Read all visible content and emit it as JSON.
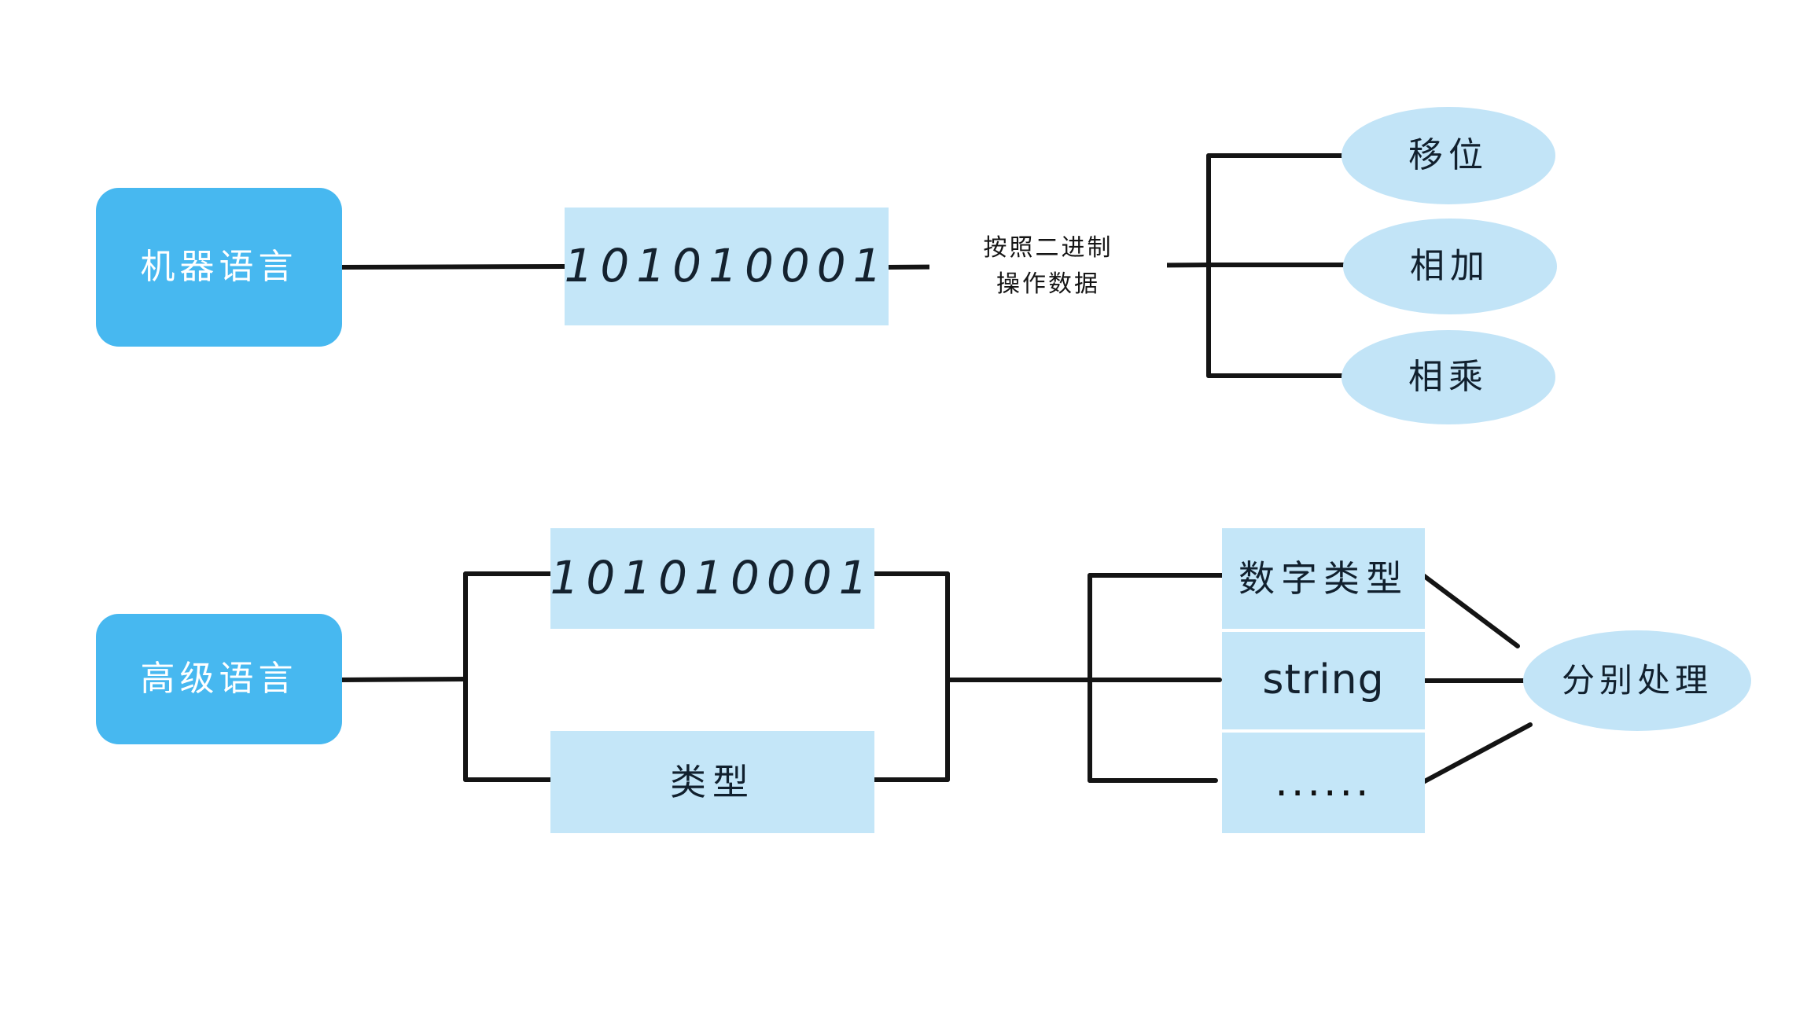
{
  "diagram": {
    "title_alt": "机器语言与高级语言数据处理流程图",
    "colors": {
      "primary_blue": "#47b8f0",
      "highlight_blue": "#c4e6f8",
      "ellipse_blue": "#c2e4f7",
      "ink": "#111111",
      "background": "#ffffff"
    }
  },
  "machine_row": {
    "source": {
      "label": "机器语言"
    },
    "payload": {
      "label": "101010001"
    },
    "edge_label": {
      "line1": "按照二进制",
      "line2": "操作数据"
    },
    "operations": [
      {
        "label": "移位"
      },
      {
        "label": "相加"
      },
      {
        "label": "相乘"
      }
    ]
  },
  "highlevel_row": {
    "source": {
      "label": "高级语言"
    },
    "payload": [
      {
        "label": "101010001"
      },
      {
        "label": "类型"
      }
    ],
    "types": [
      {
        "label": "数字类型"
      },
      {
        "label": "string"
      },
      {
        "label": "......"
      }
    ],
    "result": {
      "label": "分别处理"
    }
  }
}
